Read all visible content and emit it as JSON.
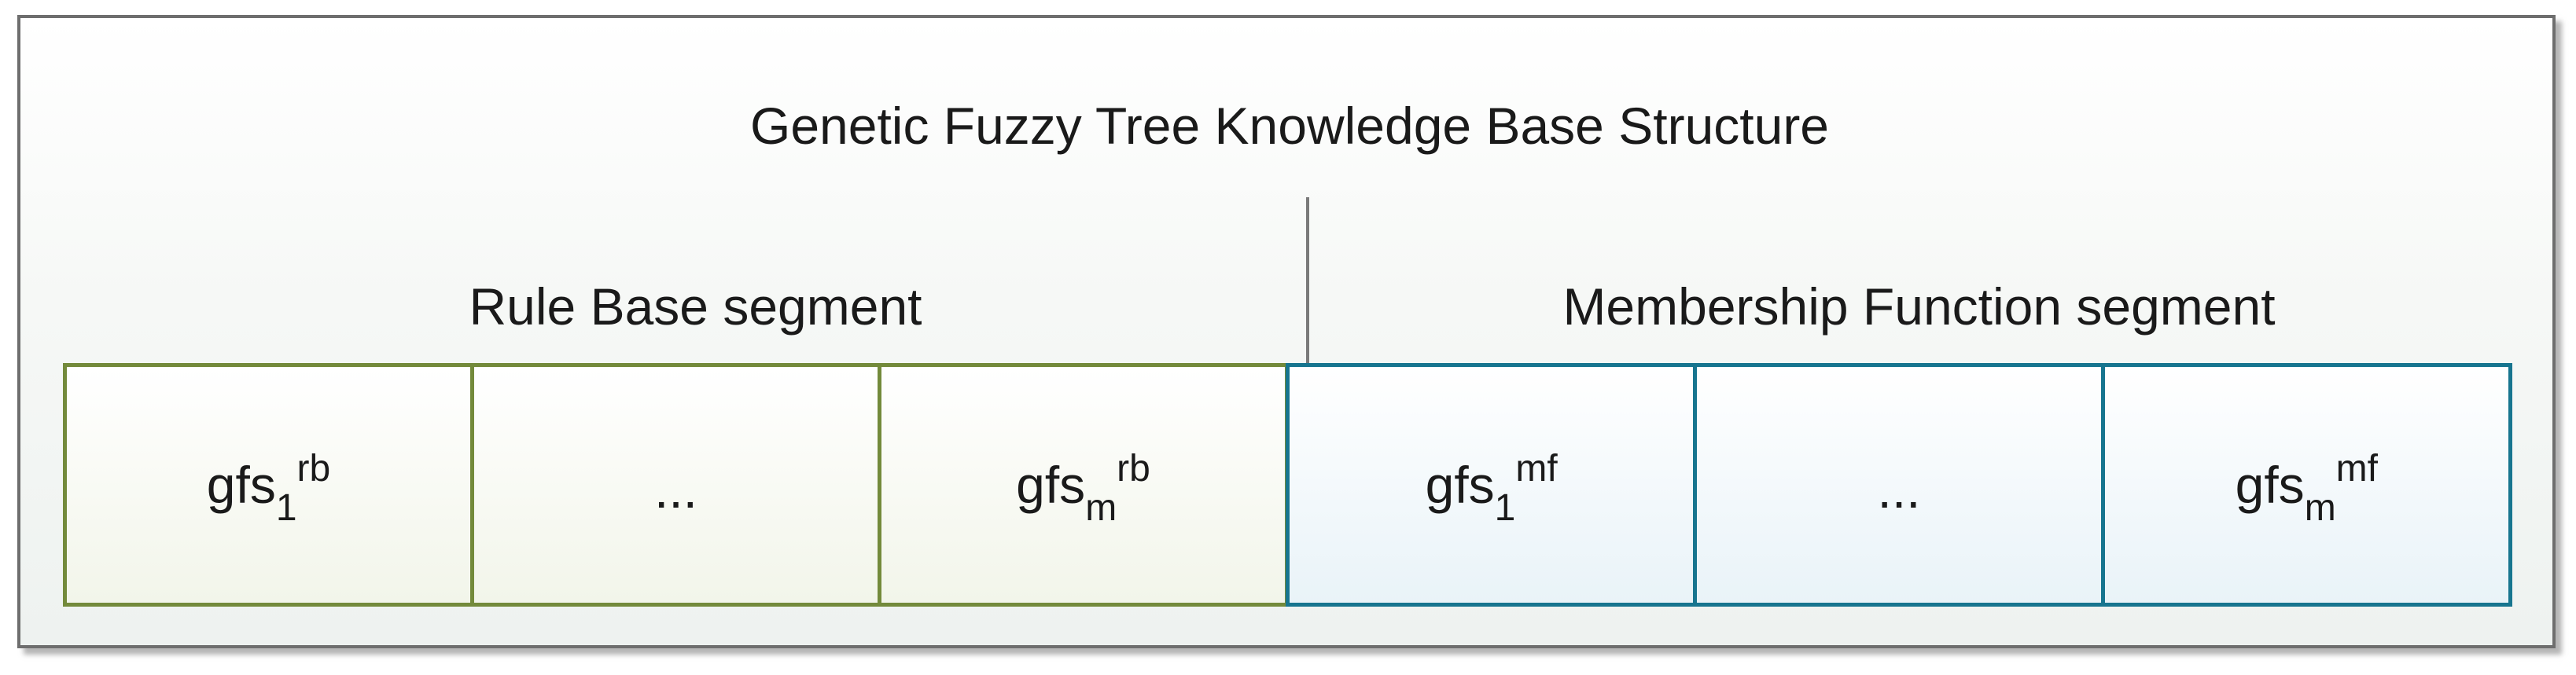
{
  "diagram": {
    "title": "Genetic Fuzzy Tree Knowledge Base Structure",
    "rule_base": {
      "label": "Rule Base segment",
      "color": "#738a3b",
      "cells": [
        {
          "base": "gfs",
          "sub": "1",
          "sup": "rb"
        },
        {
          "text": "..."
        },
        {
          "base": "gfs",
          "sub": "m",
          "sup": "rb"
        }
      ]
    },
    "membership_function": {
      "label": "Membership Function segment",
      "color": "#17758f",
      "cells": [
        {
          "base": "gfs",
          "sub": "1",
          "sup": "mf"
        },
        {
          "text": "..."
        },
        {
          "base": "gfs",
          "sub": "m",
          "sup": "mf"
        }
      ]
    }
  }
}
